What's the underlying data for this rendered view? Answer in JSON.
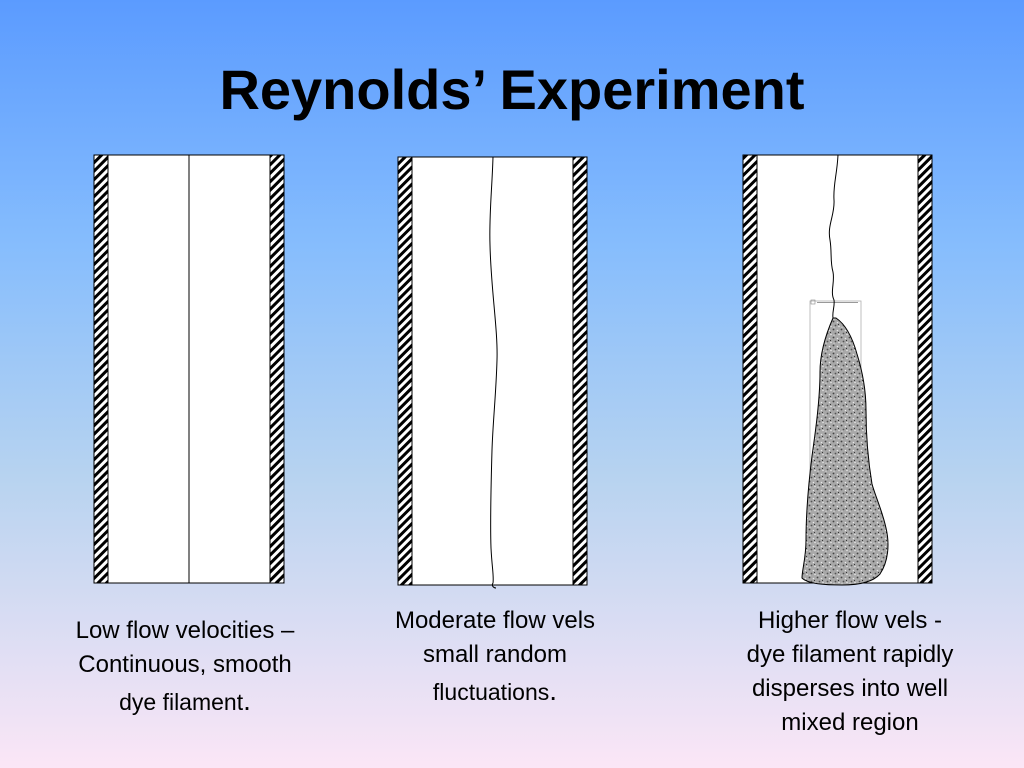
{
  "slide": {
    "title": "Reynolds’ Experiment"
  },
  "captions": {
    "low": {
      "line1": "Low flow velocities –",
      "line2": "Continuous, smooth",
      "line3": "dye filament",
      "punct": "."
    },
    "moderate": {
      "line1": "Moderate flow vels",
      "line2": "small random",
      "line3": "fluctuations",
      "punct": "."
    },
    "higher": {
      "line1": "Higher flow vels -",
      "line2": "dye filament rapidly",
      "line3": "disperses into well",
      "line4": "mixed region"
    }
  },
  "colors": {
    "tube_fill": "#ffffff",
    "outline": "#000000",
    "dye_region": "#9a9a9a"
  }
}
